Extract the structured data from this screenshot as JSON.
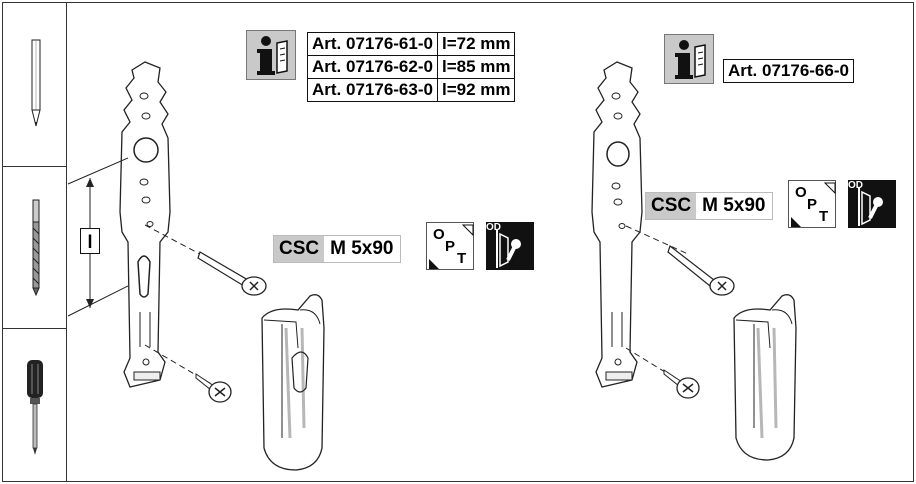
{
  "sidebar": {
    "tools": [
      {
        "icon": "pencil-icon"
      },
      {
        "icon": "drill-bit-icon"
      },
      {
        "icon": "screwdriver-icon"
      }
    ]
  },
  "left_panel": {
    "articles": [
      {
        "art": "Art. 07176-61-0",
        "length": "l=72 mm"
      },
      {
        "art": "Art. 07176-62-0",
        "length": "l=85 mm"
      },
      {
        "art": "Art. 07176-63-0",
        "length": "l=92 mm"
      }
    ],
    "dimension_label": "l",
    "screw": {
      "type": "CSC",
      "size": "M 5x90"
    },
    "opt": {
      "o": "O",
      "p": "P",
      "t": "T"
    },
    "od": "OD"
  },
  "right_panel": {
    "article": "Art. 07176-66-0",
    "screw": {
      "type": "CSC",
      "size": "M 5x90"
    },
    "opt": {
      "o": "O",
      "p": "P",
      "t": "T"
    },
    "od": "OD"
  },
  "icons": [
    "info-manual-icon",
    "opt-icon",
    "od-handle-icon"
  ]
}
